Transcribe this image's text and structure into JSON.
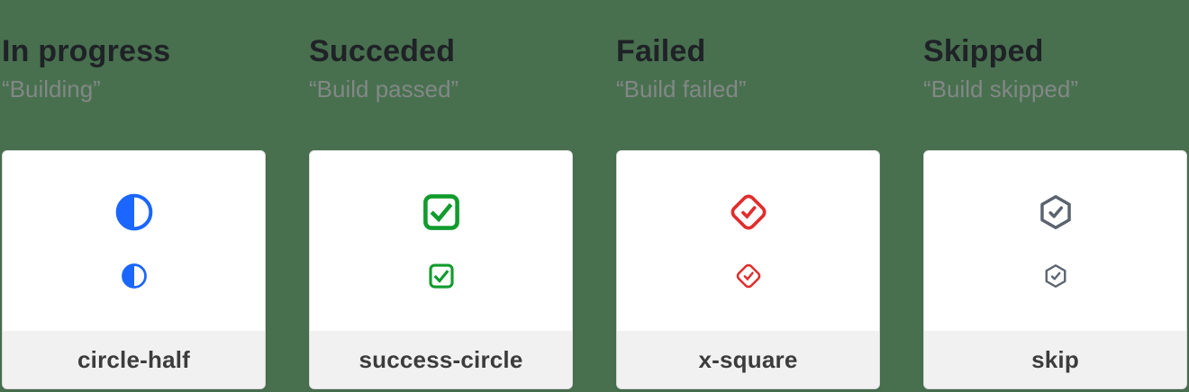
{
  "background_color": "#48704f",
  "card": {
    "background": "#ffffff",
    "border_color": "#d7d7d7",
    "footer_background": "#f1f1f1",
    "footer_text_color": "#3c3c3c"
  },
  "columns": [
    {
      "title": "In progress",
      "subtitle": "“Building”",
      "icon": "circle-half-icon",
      "icon_color": "#1b66ff",
      "label": "circle-half"
    },
    {
      "title": "Succeded",
      "subtitle": "“Build passed”",
      "icon": "success-circle-icon",
      "icon_color": "#119b2d",
      "label": "success-circle"
    },
    {
      "title": "Failed",
      "subtitle": "“Build failed”",
      "icon": "x-square-icon",
      "icon_color": "#e22c2c",
      "label": "x-square"
    },
    {
      "title": "Skipped",
      "subtitle": "“Build skipped”",
      "icon": "skip-icon",
      "icon_color": "#5a6370",
      "label": "skip"
    }
  ]
}
